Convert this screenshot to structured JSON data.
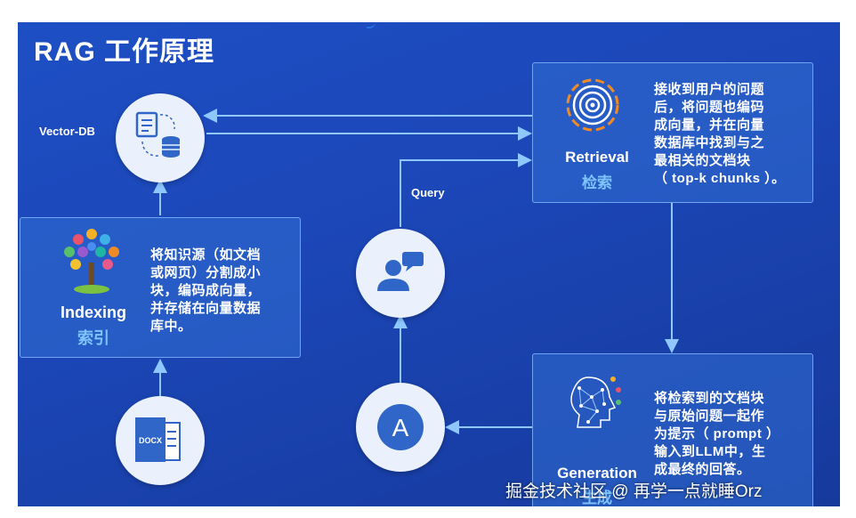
{
  "title": "RAG 工作原理",
  "vector_db": {
    "label": "Vector-DB",
    "icon": "database-icon"
  },
  "indexing": {
    "label_en": "Indexing",
    "label_zh": "索引",
    "desc": [
      "将知识源（如文档",
      "或网页）分割成小",
      "块，编码成向量，",
      "并存储在向量数据",
      "库中。"
    ]
  },
  "retrieval": {
    "label_en": "Retrieval",
    "label_zh": "检索",
    "desc": [
      "接收到用户的问题",
      "后，将问题也编码",
      "成向量，并在向量",
      "数据库中找到与之",
      "最相关的文档块",
      "（ top-k chunks ）。"
    ]
  },
  "generation": {
    "label_en": "Generation",
    "label_zh": "生成",
    "desc": [
      "将检索到的文档块",
      "与原始问题一起作",
      "为提示（ prompt ）",
      "输入到LLM中，生",
      "成最终的回答。"
    ]
  },
  "query": {
    "label": "Query"
  },
  "answer": {
    "letter": "A"
  },
  "document": {
    "label": "DOCX"
  },
  "watermark": "掘金技术社区 @ 再学一点就睡Orz",
  "colors": {
    "background": "#1c47b8",
    "accent": "#7fc4ff",
    "arrow": "#8ec8ff"
  }
}
